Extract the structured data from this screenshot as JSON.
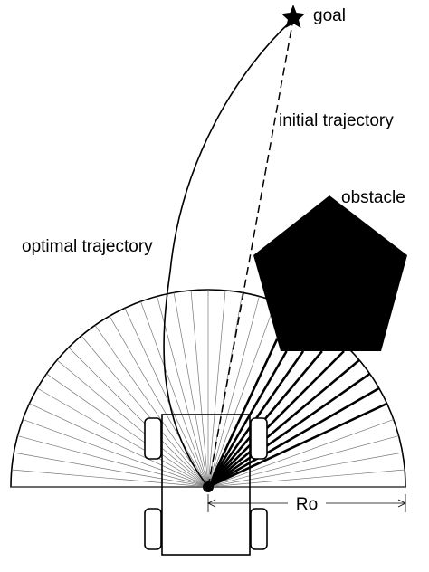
{
  "labels": {
    "goal": "goal",
    "initial_trajectory": "initial trajectory",
    "obstacle": "obstacle",
    "optimal_trajectory": "optimal trajectory",
    "range": "Ro"
  },
  "sensor": {
    "sweep_degrees": 180,
    "ray_step_degrees": 5,
    "blocked_from_degrees": 25,
    "blocked_to_degrees": 65
  },
  "colors": {
    "line": "#000000",
    "thin_ray": "#777777",
    "background": "#ffffff"
  }
}
